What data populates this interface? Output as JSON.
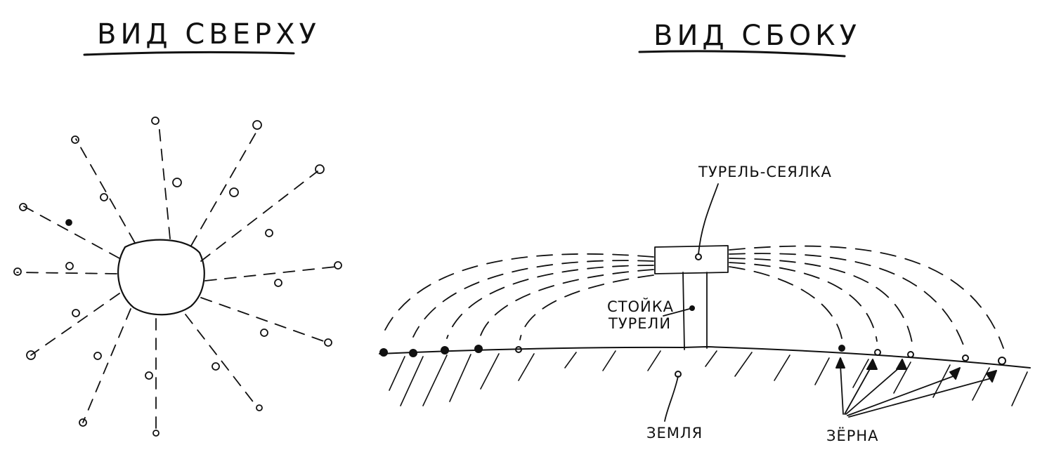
{
  "top_view": {
    "title": "ВИД СВЕРХУ"
  },
  "side_view": {
    "title": "ВИД СБОКУ",
    "labels": {
      "turret": "ТУРЕЛЬ-СЕЯЛКА",
      "stand_line1": "СТОЙКА",
      "stand_line2": "ТУРЕЛИ",
      "ground": "ЗЕМЛЯ",
      "seeds": "ЗЁРНА"
    }
  },
  "ink_color": "#111111"
}
